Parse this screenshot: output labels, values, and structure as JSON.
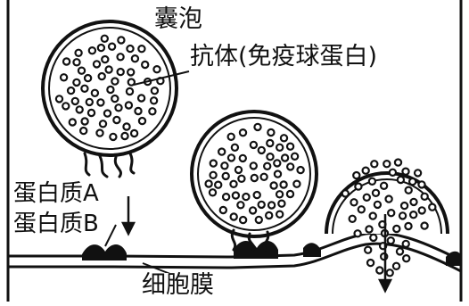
{
  "labels": {
    "vesicle": "囊泡",
    "antibody": "抗体(免疫球蛋白)",
    "protein_a": "蛋白质A",
    "protein_b": "蛋白质B",
    "cell_membrane": "细胞膜"
  },
  "colors": {
    "ink": "#111111",
    "background": "#ffffff"
  }
}
